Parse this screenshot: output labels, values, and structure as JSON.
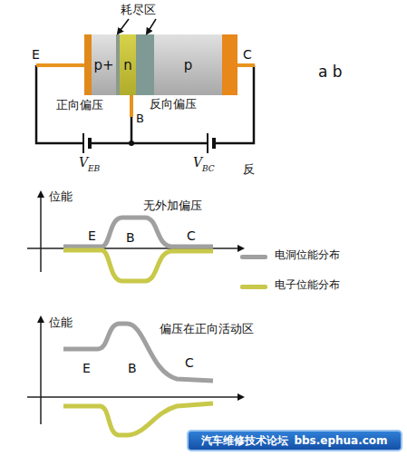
{
  "diagram": {
    "nodes": [
      {
        "text": [
          "p+"
        ]
      },
      {
        "text": [
          "n"
        ]
      },
      {
        "text": [
          "p"
        ]
      },
      {
        "text": [
          "汽车维修技术论坛",
          "bbs.ephua.com"
        ]
      }
    ],
    "labels": [
      "耗尽区",
      "E",
      "C",
      "正向偏压",
      "反向偏压",
      "B",
      "V",
      "EB",
      "V",
      "BC",
      "反",
      "a b",
      "位能",
      "无外加偏压",
      "E",
      "B",
      "C",
      "位能",
      "偏压在正向活动区",
      "E",
      "B",
      "C"
    ],
    "legend": [
      {
        "text": "电洞位能分布",
        "color": "#a0a0a0"
      },
      {
        "text": "电子位能分布",
        "color": "#c8c84a"
      }
    ]
  }
}
